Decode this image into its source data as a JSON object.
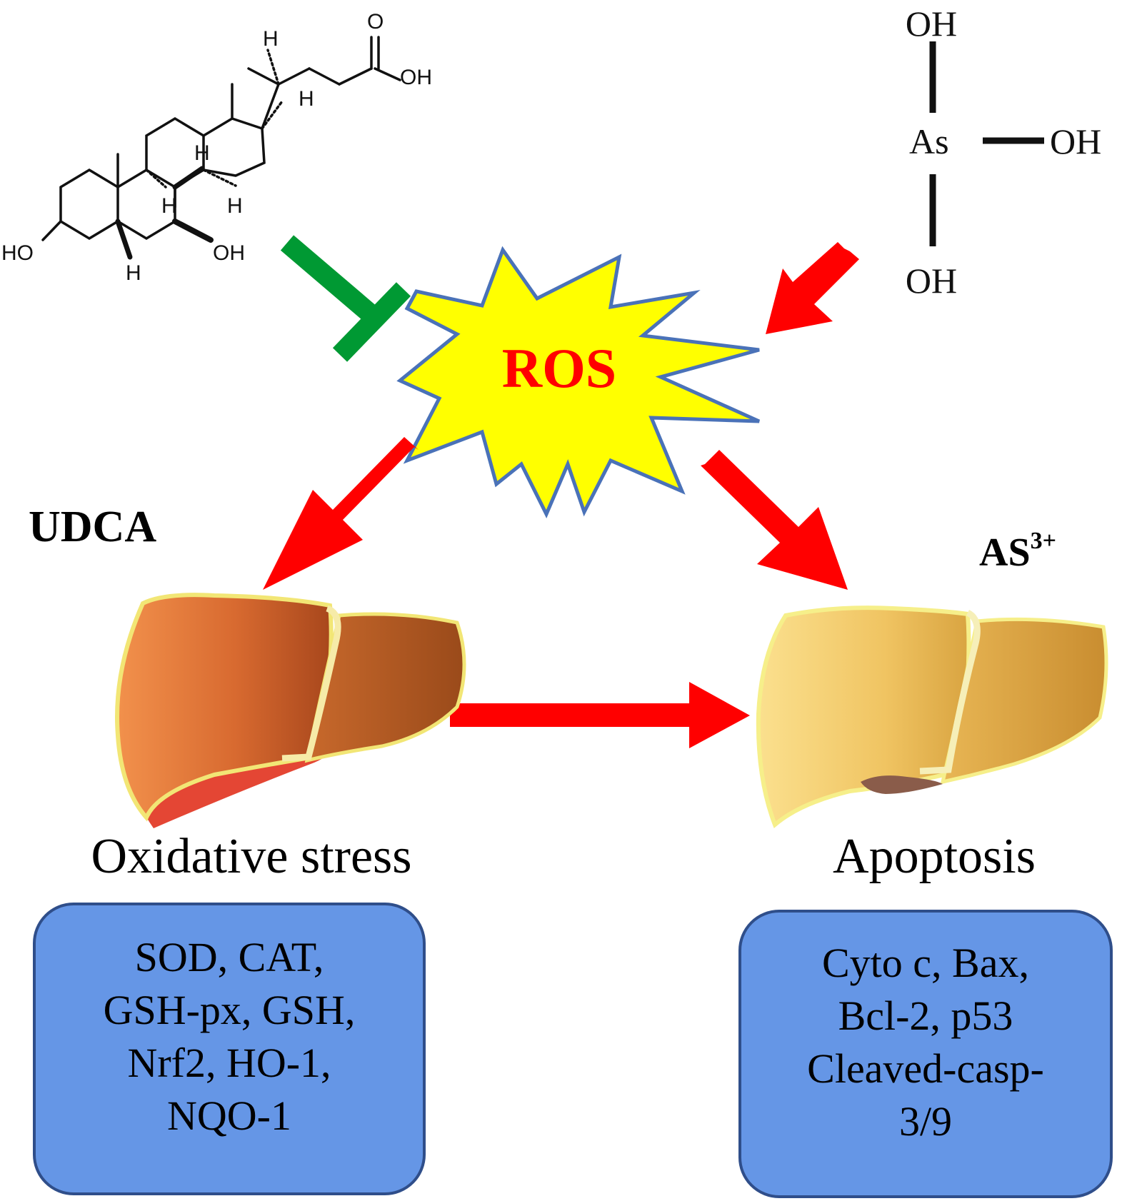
{
  "udca": {
    "label": "UDCA",
    "structure_atoms": {
      "h": "H",
      "oh": "OH",
      "o": "O",
      "ho": "HO"
    }
  },
  "arsenite": {
    "label_main": "AS",
    "label_sup": "3+",
    "center_atom": "As",
    "hydroxyl": "OH"
  },
  "ros": {
    "label": "ROS"
  },
  "outcomes": {
    "left": {
      "title": "Oxidative stress",
      "markers": [
        "SOD, CAT,",
        "GSH-px, GSH,",
        "Nrf2, HO-1,",
        "NQO-1"
      ]
    },
    "right": {
      "title": "Apoptosis",
      "markers": [
        "Cyto c,  Bax,",
        "Bcl-2, p53",
        "Cleaved-casp-",
        "3/9"
      ]
    }
  },
  "colors": {
    "arrow_red": "#ff0000",
    "inhibit_green": "#009933",
    "burst_fill": "#ffff00",
    "burst_stroke": "#4a72b8",
    "ros_text": "#ff0000",
    "marker_box_fill": "#6596e6",
    "marker_box_stroke": "#2f4e8a",
    "liver_left": "#e4763a",
    "liver_right": "#eeca6a"
  },
  "icons": [
    "inhibition-bar-icon",
    "activation-arrow-icon",
    "liver-icon",
    "ros-burst-icon"
  ]
}
